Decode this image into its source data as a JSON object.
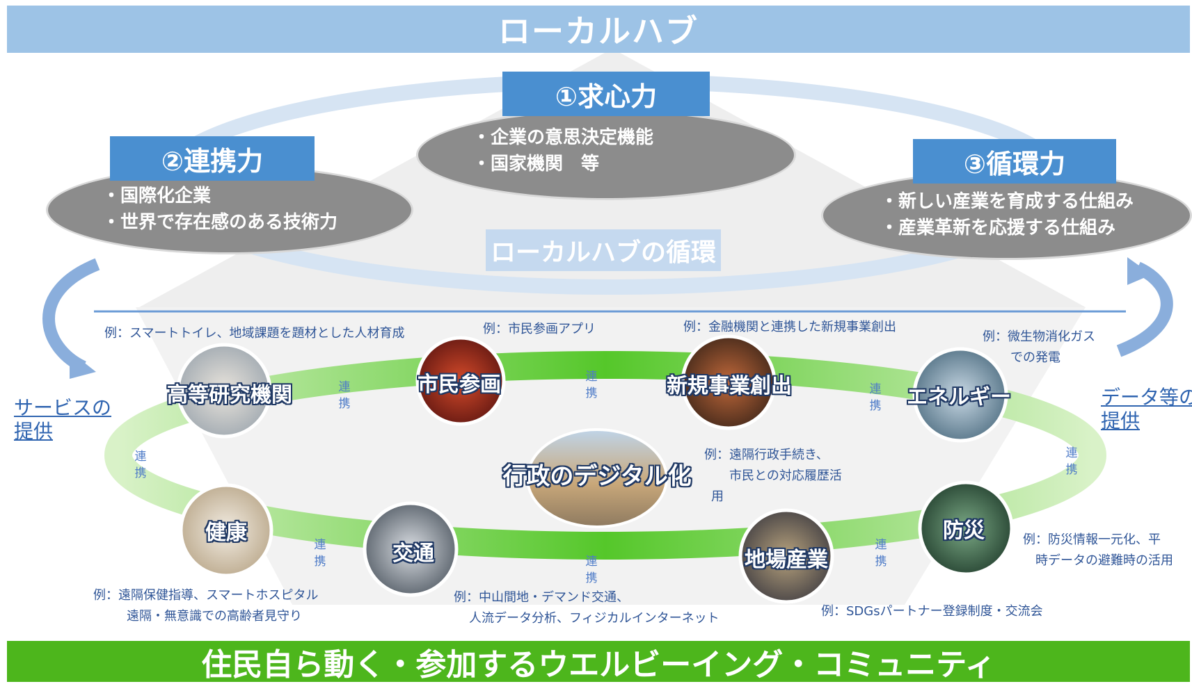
{
  "top_banner": "ローカルハブ",
  "bottom_banner": "住民自ら動く・参加するウエルビーイング・コミュニティ",
  "pillars": [
    {
      "title": "①求心力",
      "items": [
        "・企業の意思決定機能",
        "・国家機関　等"
      ]
    },
    {
      "title": "②連携力",
      "items": [
        "・国際化企業",
        "・世界で存在感のある技術力"
      ]
    },
    {
      "title": "③循環力",
      "items": [
        "・新しい産業を育成する仕組み",
        "・産業革新を応援する仕組み"
      ]
    }
  ],
  "cycle_label": "ローカルハブの循環",
  "side_left": [
    "サービスの",
    "提供"
  ],
  "side_right": [
    "データ等の",
    "提供"
  ],
  "nodes": {
    "research": "高等研究機関",
    "citizen": "市民参画",
    "newbiz": "新規事業創出",
    "energy": "エネルギー",
    "health": "健康",
    "transport": "交通",
    "local_industry": "地場産業",
    "disaster": "防災",
    "center": "行政のデジタル化"
  },
  "examples": {
    "research": "例：スマートトイレ、地域課題を題材とした人材育成",
    "citizen": "例：市民参画アプリ",
    "newbiz": "例：金融機関と連携した新規事業創出",
    "energy": [
      "例：微生物消化ガス",
      "での発電"
    ],
    "center": [
      "例：遠隔行政手続き、",
      "市民との対応履歴活",
      "用"
    ],
    "health": [
      "例：遠隔保健指導、スマートホスピタル",
      "遠隔・無意識での高齢者見守り"
    ],
    "transport": [
      "例：中山間地・デマンド交通、",
      "人流データ分析、フィジカルインターネット"
    ],
    "local_industry": "例：SDGsパートナー登録制度・交流会",
    "disaster": [
      "例：防災情報一元化、平",
      "時データの避難時の活用"
    ]
  },
  "link_label": [
    "連",
    "携"
  ],
  "colors": {
    "top_banner": "#9dc3e6",
    "label_box": "#4a8fd0",
    "ellipse": "#8c8c8c",
    "ring": "#5cc32a",
    "bottom_banner": "#4db61c",
    "example_text": "#2f5597"
  }
}
